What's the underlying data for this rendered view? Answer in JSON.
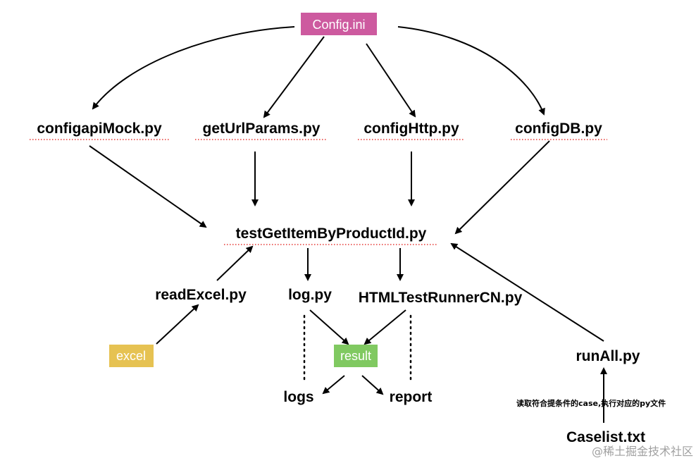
{
  "nodes": {
    "config_ini": "Config.ini",
    "configapimock": "configapiMock.py",
    "geturlparams": "getUrlParams.py",
    "confighttp": "configHttp.py",
    "configdb": "configDB.py",
    "testgetitem": "testGetItemByProductId.py",
    "readexcel": "readExcel.py",
    "log": "log.py",
    "htmltestrunner": "HTMLTestRunnerCN.py",
    "excel": "excel",
    "result": "result",
    "logs": "logs",
    "report": "report",
    "runall": "runAll.py",
    "caselist": "Caselist.txt"
  },
  "annotation": "读取符合提条件的case,执行对应的py文件",
  "watermark": "@稀土掘金技术社区",
  "colors": {
    "config_ini_bg": "#cd5a9f",
    "excel_bg": "#e6c252",
    "result_bg": "#80c961",
    "runall_text": "#e1502f"
  }
}
